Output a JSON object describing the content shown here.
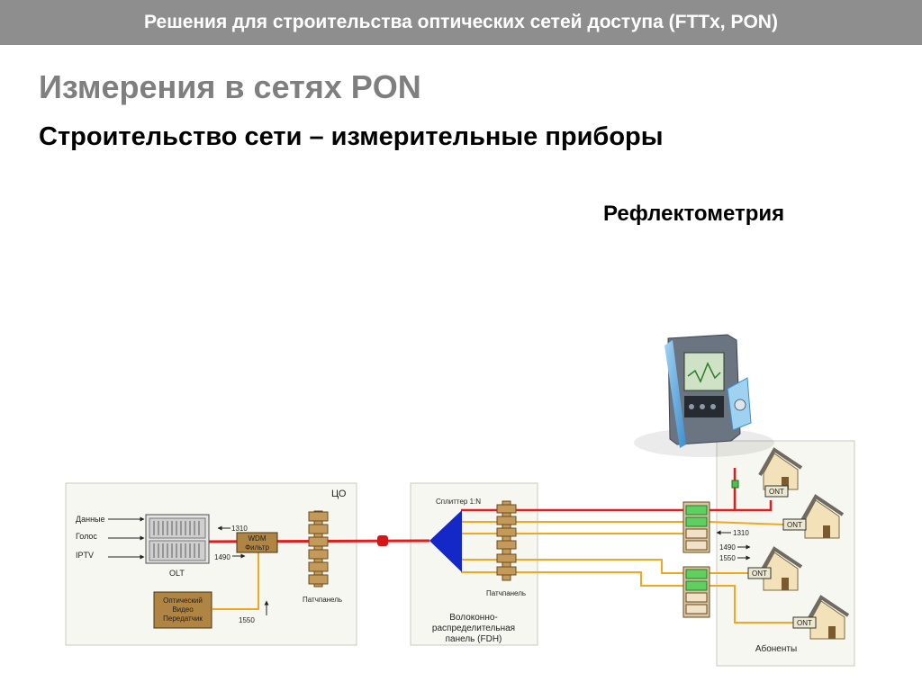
{
  "header": {
    "title": "Решения для строительства оптических сетей доступа (FTTx, PON)"
  },
  "page": {
    "title": "Измерения в сетях PON",
    "subtitle": "Строительство сети – измерительные приборы",
    "section_label": "Рефлектометрия"
  },
  "diagram": {
    "co_label": "ЦО",
    "inputs": [
      "Данные",
      "Голос",
      "IPTV"
    ],
    "olt_label": "OLT",
    "wdm_label": [
      "WDM",
      "Фильтр"
    ],
    "wl_1310": "1310",
    "wl_1490": "1490",
    "wl_1550": "1550",
    "video_tx_label": [
      "Оптический",
      "Видео",
      "Передатчик"
    ],
    "patchpanel_label": "Патчпанель",
    "splitter_label": "Сплиттер 1:N",
    "fdh_label": [
      "Волоконно-",
      "распределительная",
      "панель (FDH)"
    ],
    "ont_label": "ONT",
    "subscribers_label": "Абоненты"
  },
  "colors": {
    "header_bg": "#8e8e8e",
    "fiber_red": "#e31c1c",
    "fiber_orange": "#f0a820",
    "splitter_blue": "#1428c8",
    "box_brown": "#b08442"
  }
}
